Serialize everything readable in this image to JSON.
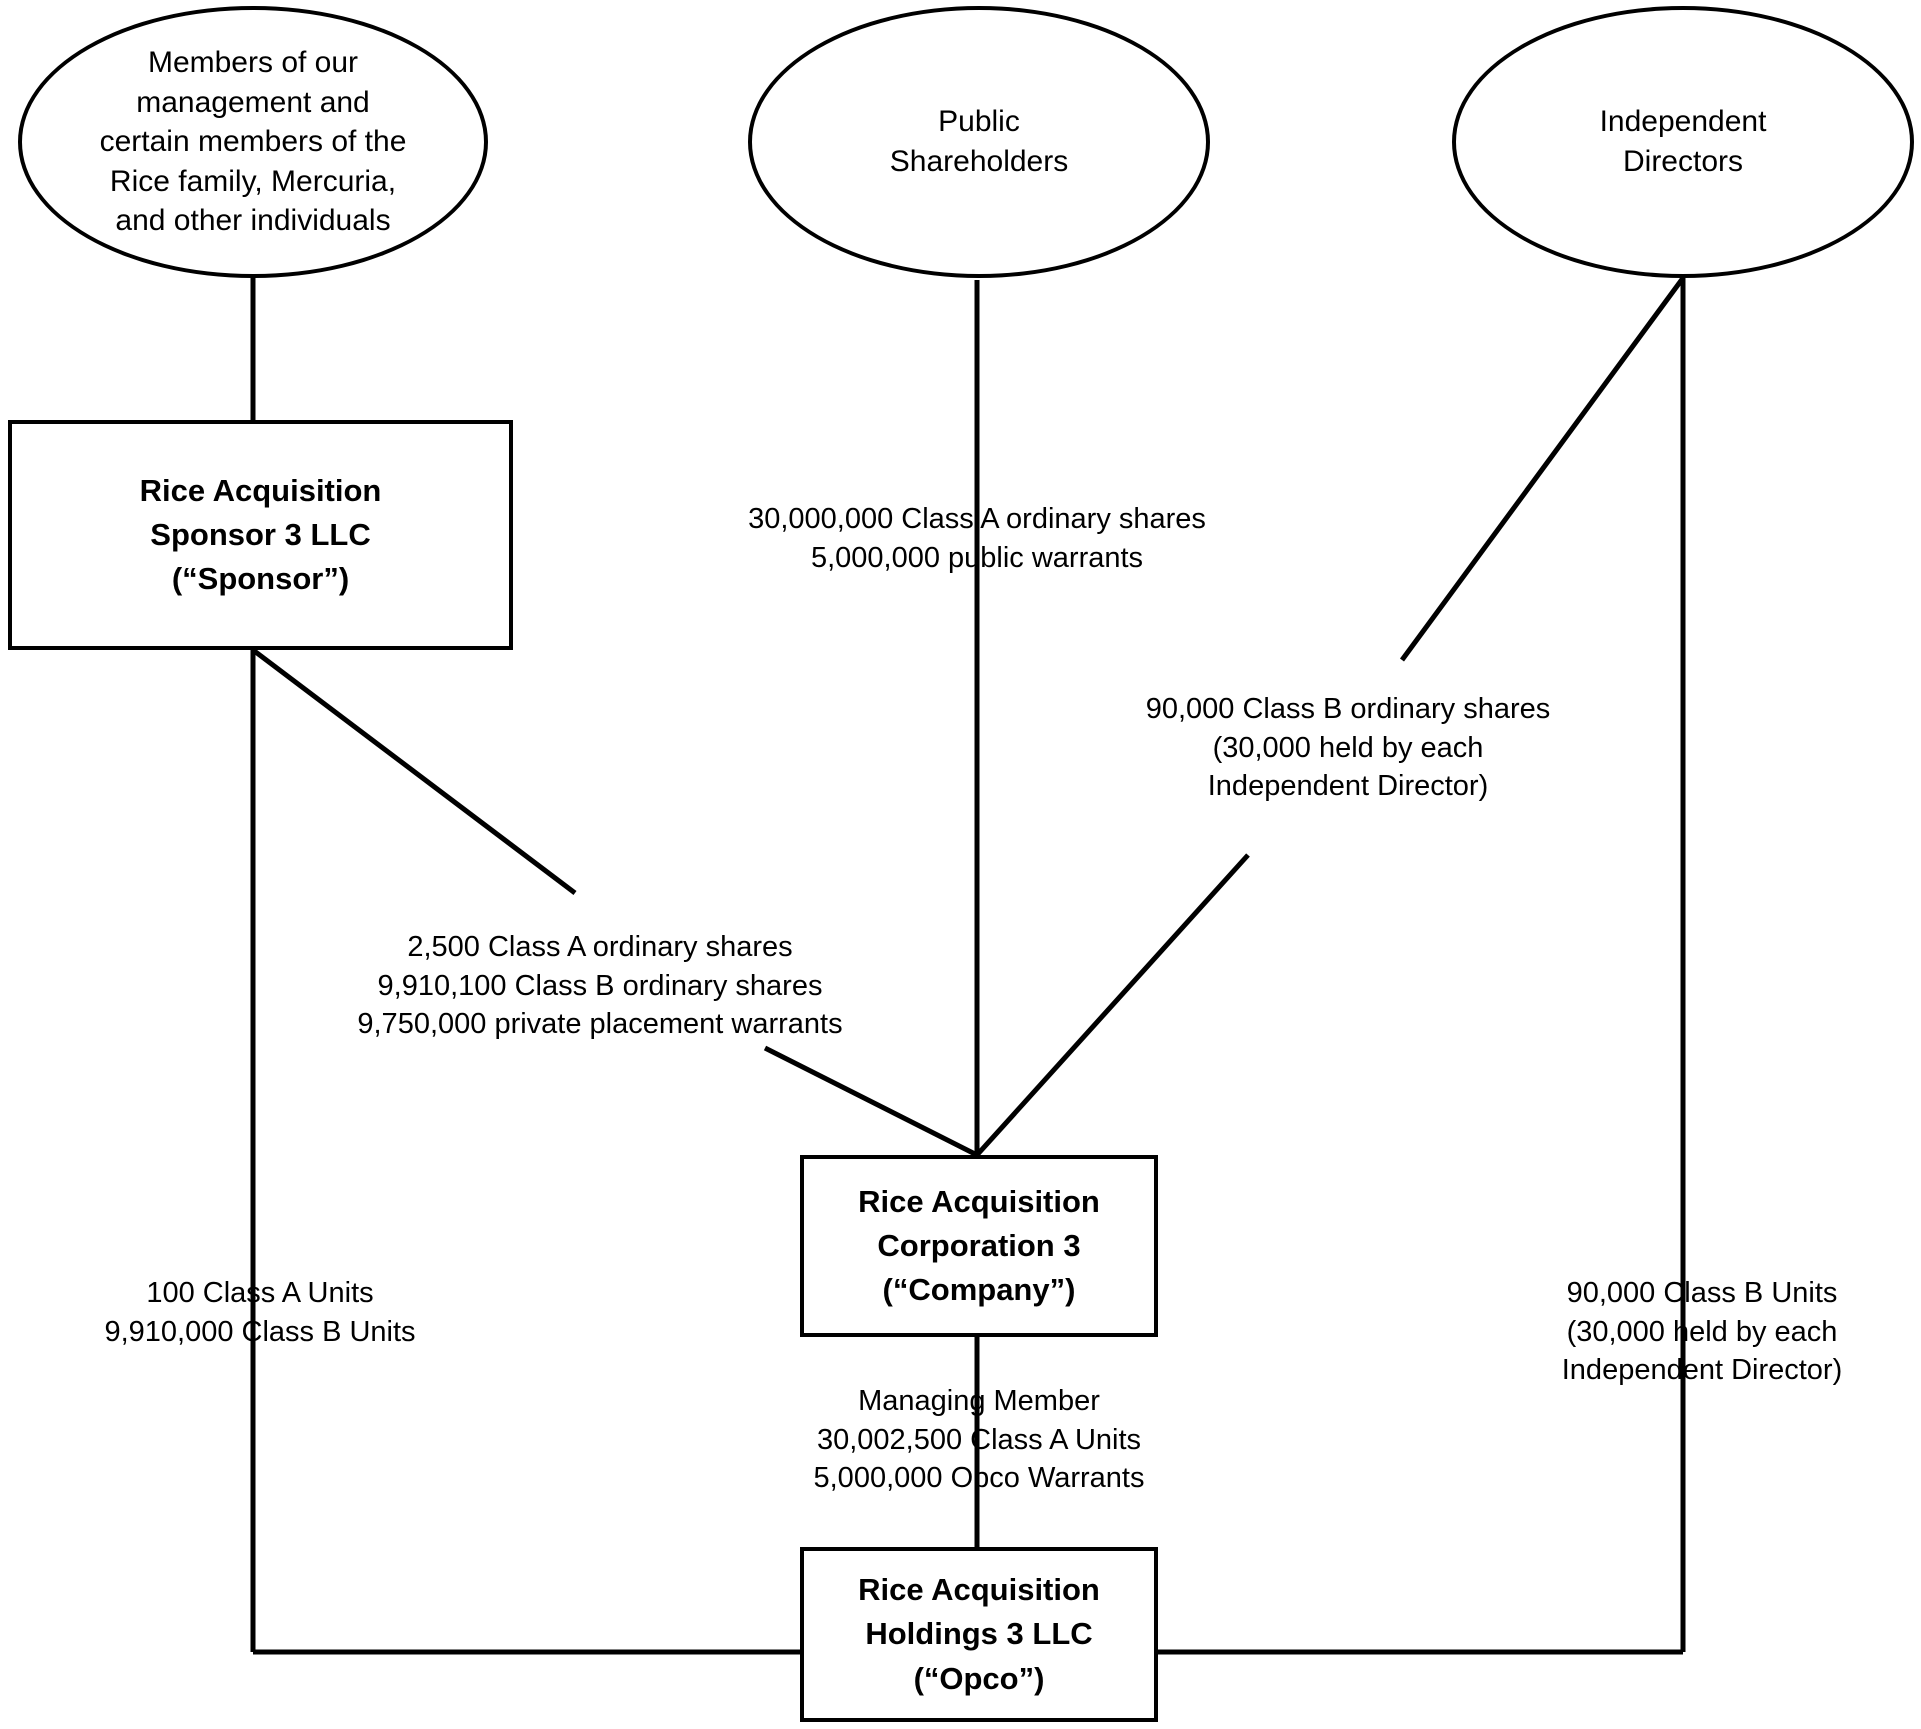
{
  "diagram": {
    "title": "Rice Acquisition Corporation 3 ownership structure",
    "line_color": "#000000",
    "background_color": "#ffffff",
    "nodes": {
      "management_members": {
        "shape": "ellipse",
        "label": "Members of our\nmanagement and\ncertain members of the\nRice family, Mercuria,\nand other individuals"
      },
      "public_shareholders": {
        "shape": "ellipse",
        "label": "Public\nShareholders"
      },
      "independent_directors": {
        "shape": "ellipse",
        "label": "Independent\nDirectors"
      },
      "sponsor": {
        "shape": "box",
        "label": "Rice Acquisition\nSponsor 3 LLC\n(“Sponsor”)"
      },
      "company": {
        "shape": "box",
        "label": "Rice Acquisition\nCorporation 3\n(“Company”)"
      },
      "opco": {
        "shape": "box",
        "label": "Rice Acquisition\nHoldings 3 LLC\n(“Opco”)"
      }
    },
    "edge_labels": {
      "public_to_company": "30,000,000 Class A ordinary shares\n5,000,000 public warrants",
      "directors_to_company": "90,000 Class B ordinary shares\n(30,000 held by each\nIndependent Director)",
      "sponsor_to_company": "2,500 Class A ordinary shares\n9,910,100 Class B ordinary shares\n9,750,000 private placement warrants",
      "sponsor_to_opco": "100 Class A Units\n9,910,000 Class B Units",
      "company_to_opco": "Managing Member\n30,002,500 Class A Units\n5,000,000 Opco Warrants",
      "directors_to_opco": "90,000 Class B Units\n(30,000 held by each\nIndependent Director)"
    }
  }
}
